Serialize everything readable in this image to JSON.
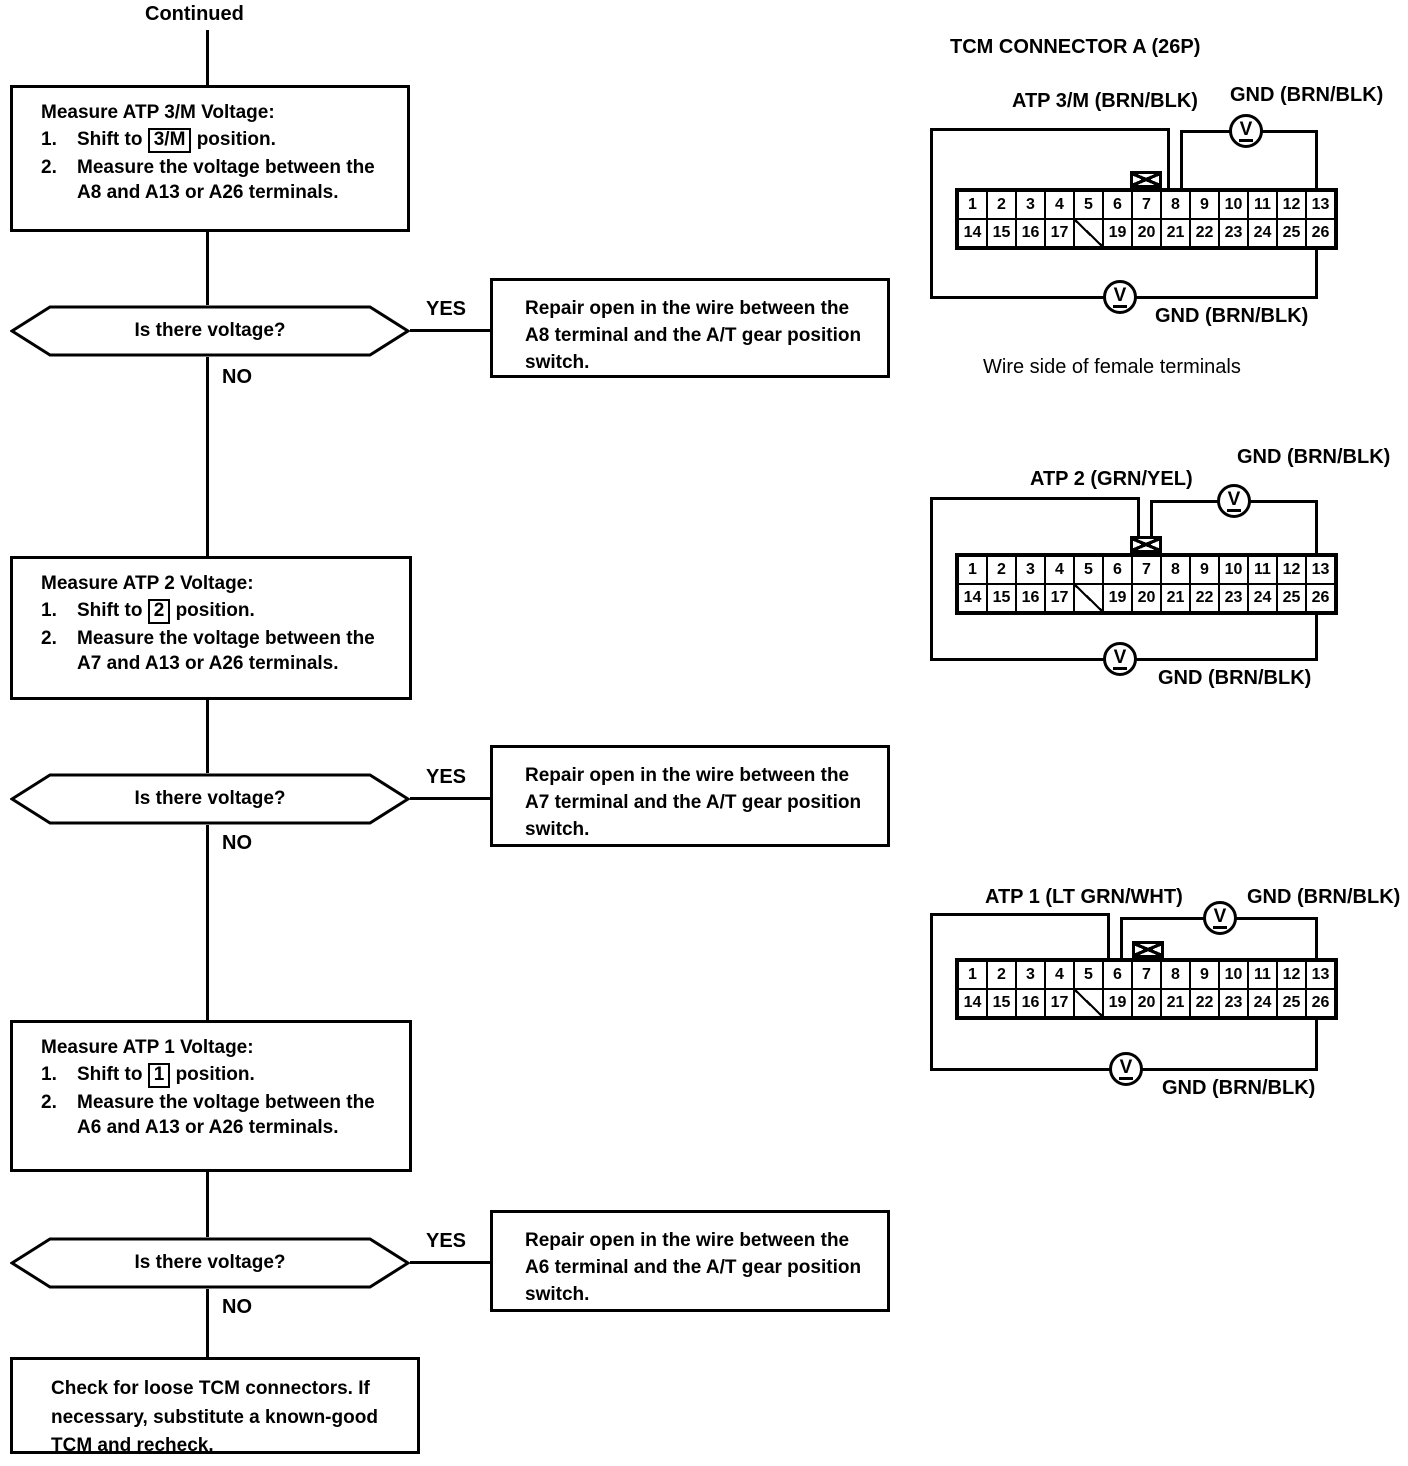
{
  "flow": {
    "continued": "Continued",
    "steps": [
      {
        "title": "Measure ATP 3/M Voltage:",
        "s1num": "1.",
        "s1pre": "Shift to",
        "s1box": "3/M",
        "s1post": "position.",
        "s2num": "2.",
        "s2text": "Measure the voltage between the A8 and A13 or A26 terminals.",
        "question": "Is there voltage?",
        "yes": "YES",
        "no": "NO",
        "repair": "Repair open in the wire between the A8 terminal and the A/T gear position switch."
      },
      {
        "title": "Measure ATP 2 Voltage:",
        "s1num": "1.",
        "s1pre": "Shift to",
        "s1box": "2",
        "s1post": "position.",
        "s2num": "2.",
        "s2text": "Measure the voltage between the A7 and A13 or A26 terminals.",
        "question": "Is there voltage?",
        "yes": "YES",
        "no": "NO",
        "repair": "Repair open in the wire between the A7 terminal and the A/T gear position switch."
      },
      {
        "title": "Measure ATP 1 Voltage:",
        "s1num": "1.",
        "s1pre": "Shift to",
        "s1box": "1",
        "s1post": "position.",
        "s2num": "2.",
        "s2text": "Measure the voltage between the A6 and A13 or A26 terminals.",
        "question": "Is there voltage?",
        "yes": "YES",
        "no": "NO",
        "repair": "Repair open in the wire between the A6 terminal and the A/T gear position switch."
      }
    ],
    "final_text": "Check for loose TCM connectors. If necessary, substitute a known-good TCM and recheck."
  },
  "connector": {
    "title": "TCM CONNECTOR A (26P)",
    "caption": "Wire side of female terminals",
    "meter_label": "V",
    "pins_top": [
      "1",
      "2",
      "3",
      "4",
      "5",
      "6",
      "7",
      "8",
      "9",
      "10",
      "11",
      "12",
      "13"
    ],
    "pins_bottom": [
      "14",
      "15",
      "16",
      "17",
      "",
      "19",
      "20",
      "21",
      "22",
      "23",
      "24",
      "25",
      "26"
    ],
    "diagrams": [
      {
        "signal": "ATP 3/M (BRN/BLK)",
        "gnd_top": "GND (BRN/BLK)",
        "gnd_bottom": "GND (BRN/BLK)",
        "probe_pin": "A8"
      },
      {
        "signal": "ATP 2 (GRN/YEL)",
        "gnd_top": "GND (BRN/BLK)",
        "gnd_bottom": "GND (BRN/BLK)",
        "probe_pin": "A7"
      },
      {
        "signal": "ATP 1 (LT GRN/WHT)",
        "gnd_top": "GND (BRN/BLK)",
        "gnd_bottom": "GND (BRN/BLK)",
        "probe_pin": "A6"
      }
    ]
  },
  "colors": {
    "ink": "#000000",
    "paper": "#ffffff"
  }
}
